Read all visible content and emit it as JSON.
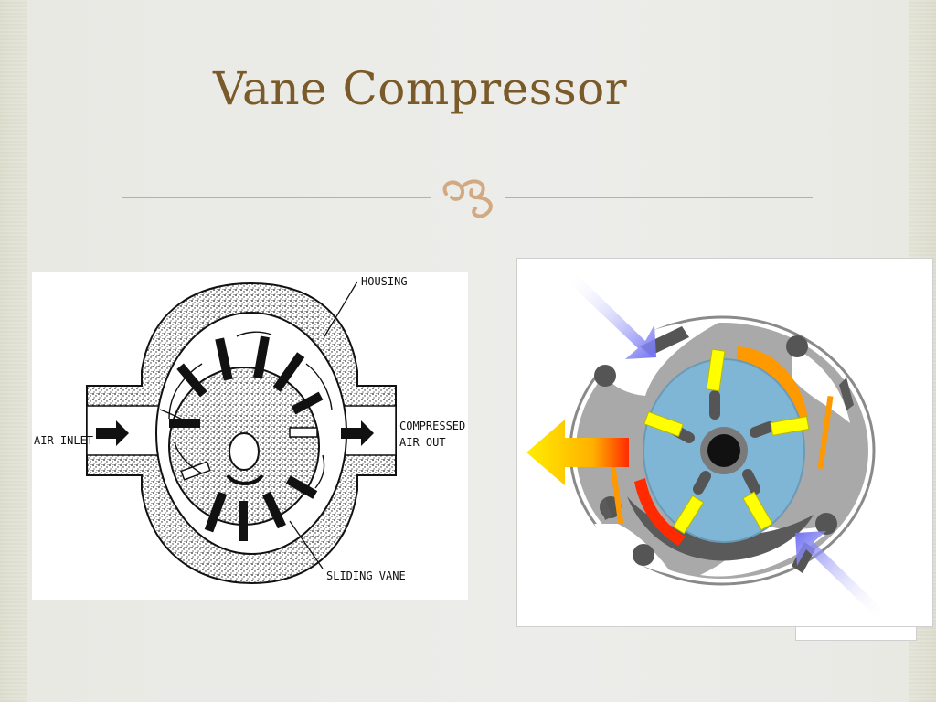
{
  "slide": {
    "title": "Vane Compressor",
    "ornament_icon": "scroll-flourish-icon",
    "accent_color": "#7a5a28",
    "rule_color": "#d2a980"
  },
  "left_diagram": {
    "labels": {
      "housing": "HOUSING",
      "air_inlet": "AIR INLET",
      "compressed_line1": "COMPRESSED",
      "compressed_line2": "AIR OUT",
      "sliding_vane": "SLIDING VANE"
    }
  },
  "right_diagram": {
    "colors": {
      "housing": "#8a8a8a",
      "rotor": "#7fb6d6",
      "vane": "#ffff00",
      "intake_arrow": "#6f6ff2",
      "exhaust_arrow": "#ffe000",
      "exhaust_hot": "#ff2a00",
      "compression_zone": "#ff9900"
    }
  }
}
